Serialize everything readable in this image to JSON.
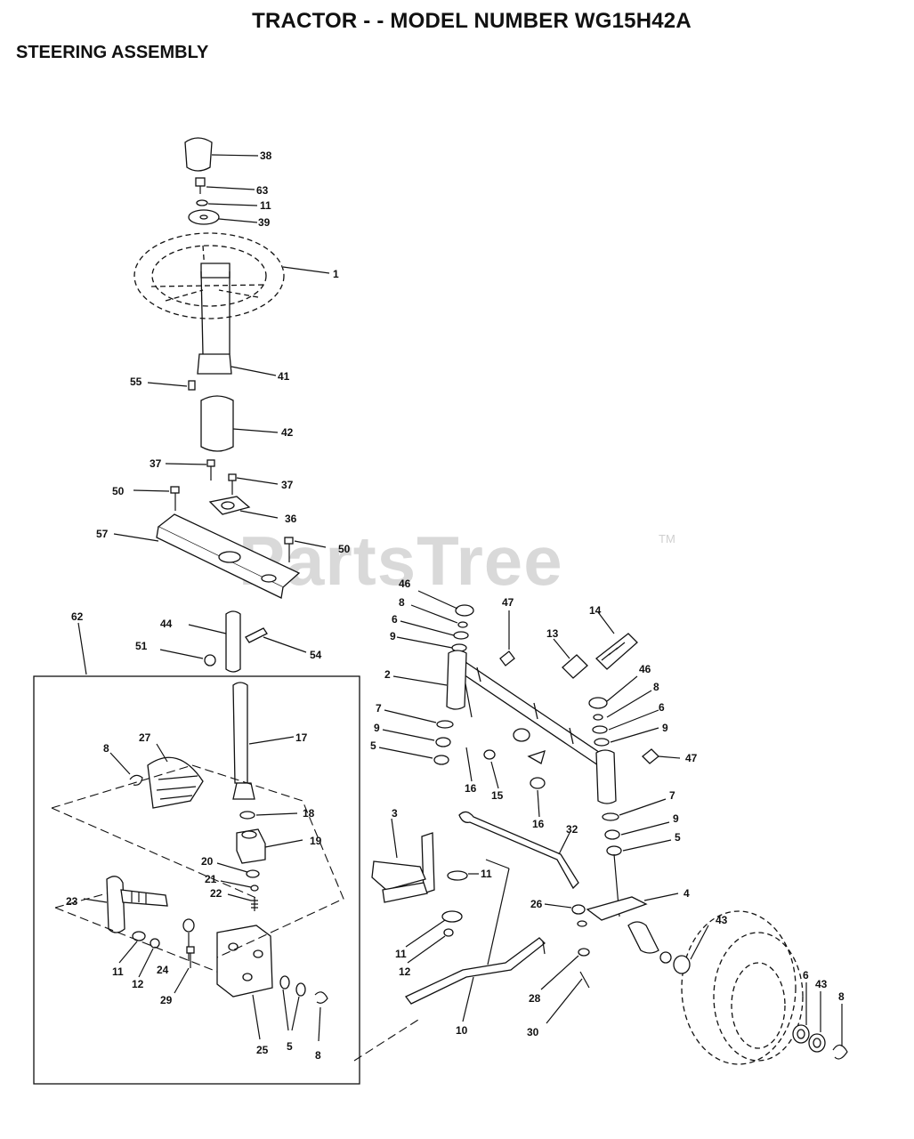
{
  "header": {
    "title": "TRACTOR - - MODEL NUMBER WG15H42A",
    "subtitle": "STEERING ASSEMBLY"
  },
  "watermark": {
    "text": "PartsTree",
    "tm": "TM"
  },
  "callouts": [
    {
      "id": "c38",
      "text": "38"
    },
    {
      "id": "c63",
      "text": "63"
    },
    {
      "id": "c11a",
      "text": "11"
    },
    {
      "id": "c39",
      "text": "39"
    },
    {
      "id": "c1",
      "text": "1"
    },
    {
      "id": "c41",
      "text": "41"
    },
    {
      "id": "c55",
      "text": "55"
    },
    {
      "id": "c42",
      "text": "42"
    },
    {
      "id": "c37a",
      "text": "37"
    },
    {
      "id": "c37b",
      "text": "37"
    },
    {
      "id": "c50a",
      "text": "50"
    },
    {
      "id": "c36",
      "text": "36"
    },
    {
      "id": "c57",
      "text": "57"
    },
    {
      "id": "c50b",
      "text": "50"
    },
    {
      "id": "c62",
      "text": "62"
    },
    {
      "id": "c44",
      "text": "44"
    },
    {
      "id": "c51",
      "text": "51"
    },
    {
      "id": "c54",
      "text": "54"
    },
    {
      "id": "c17",
      "text": "17"
    },
    {
      "id": "c27",
      "text": "27"
    },
    {
      "id": "c8a",
      "text": "8"
    },
    {
      "id": "c18",
      "text": "18"
    },
    {
      "id": "c19",
      "text": "19"
    },
    {
      "id": "c20",
      "text": "20"
    },
    {
      "id": "c21",
      "text": "21"
    },
    {
      "id": "c22",
      "text": "22"
    },
    {
      "id": "c23",
      "text": "23"
    },
    {
      "id": "c11b",
      "text": "11"
    },
    {
      "id": "c12a",
      "text": "12"
    },
    {
      "id": "c24",
      "text": "24"
    },
    {
      "id": "c29",
      "text": "29"
    },
    {
      "id": "c25",
      "text": "25"
    },
    {
      "id": "c5a",
      "text": "5"
    },
    {
      "id": "c8b",
      "text": "8"
    },
    {
      "id": "c46a",
      "text": "46"
    },
    {
      "id": "c8c",
      "text": "8"
    },
    {
      "id": "c6a",
      "text": "6"
    },
    {
      "id": "c9a",
      "text": "9"
    },
    {
      "id": "c47a",
      "text": "47"
    },
    {
      "id": "c14",
      "text": "14"
    },
    {
      "id": "c13",
      "text": "13"
    },
    {
      "id": "c2",
      "text": "2"
    },
    {
      "id": "c7a",
      "text": "7"
    },
    {
      "id": "c9b",
      "text": "9"
    },
    {
      "id": "c5b",
      "text": "5"
    },
    {
      "id": "c16a",
      "text": "16"
    },
    {
      "id": "c15",
      "text": "15"
    },
    {
      "id": "c16b",
      "text": "16"
    },
    {
      "id": "c46b",
      "text": "46"
    },
    {
      "id": "c8d",
      "text": "8"
    },
    {
      "id": "c6b",
      "text": "6"
    },
    {
      "id": "c9c",
      "text": "9"
    },
    {
      "id": "c47b",
      "text": "47"
    },
    {
      "id": "c7b",
      "text": "7"
    },
    {
      "id": "c9d",
      "text": "9"
    },
    {
      "id": "c5c",
      "text": "5"
    },
    {
      "id": "c3",
      "text": "3"
    },
    {
      "id": "c32",
      "text": "32"
    },
    {
      "id": "c11c",
      "text": "11"
    },
    {
      "id": "c26",
      "text": "26"
    },
    {
      "id": "c4",
      "text": "4"
    },
    {
      "id": "c43a",
      "text": "43"
    },
    {
      "id": "c11d",
      "text": "11"
    },
    {
      "id": "c12b",
      "text": "12"
    },
    {
      "id": "c28",
      "text": "28"
    },
    {
      "id": "c10",
      "text": "10"
    },
    {
      "id": "c30",
      "text": "30"
    },
    {
      "id": "c6c",
      "text": "6"
    },
    {
      "id": "c43b",
      "text": "43"
    },
    {
      "id": "c8e",
      "text": "8"
    }
  ]
}
